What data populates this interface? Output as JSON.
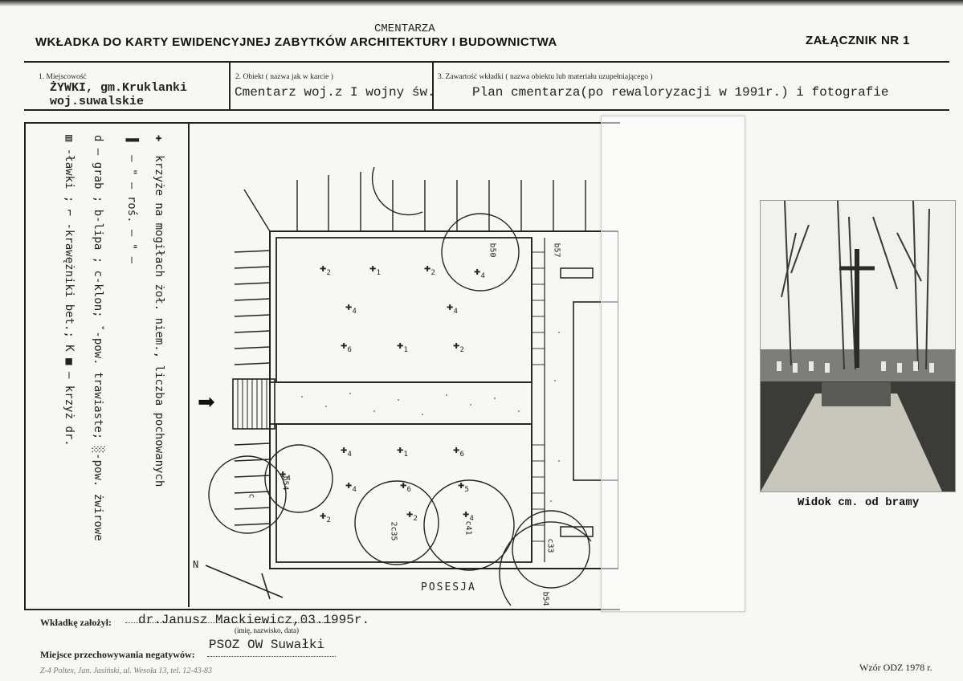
{
  "header": {
    "title": "WKŁADKA DO KARTY EWIDENCYJNEJ ZABYTKÓW ARCHITEKTURY I BUDOWNICTWA",
    "overtype": "CMENTARZA",
    "annex": "ZAŁĄCZNIK NR 1"
  },
  "fields": {
    "locality_label": "1. Miejscowość",
    "locality_line1": "ŻYWKI, gm.Kruklanki",
    "locality_line2": "woj.suwalskie",
    "object_label": "2. Obiekt ( nazwa jak w karcie )",
    "object_value": "Cmentarz woj.z I wojny św.",
    "content_label": "3. Zawartość wkładki ( nazwa obiektu lub materiału uzupełniającego )",
    "content_value": "Plan cmentarza(po rewaloryzacji w 1991r.) i fotografie"
  },
  "legend": {
    "line1": "krzyże na mogiłach żoł. niem., liczba pochowanych",
    "line2": "—  \"  —  roś. —  \"  —",
    "line3": "d – grab ; b-lipa ; c-klon; ˇ-pow. trawiaste; ░-pow. żwirowe",
    "line4": "-ławki ;  ⌐  -krawężniki bet.; K ■ – krzyż dr."
  },
  "plan": {
    "posesja": "POSESJA",
    "north": "N",
    "tree_labels": [
      "b50",
      "b57",
      "b54",
      "c",
      "2c35",
      "c41",
      "c33",
      "b54"
    ],
    "grave_numbers": [
      "2",
      "1",
      "2",
      "4",
      "4",
      "4",
      "6",
      "1",
      "2",
      "4",
      "1",
      "6",
      "4",
      "6",
      "5",
      "4",
      "2",
      "2",
      "4"
    ]
  },
  "photo": {
    "caption": "Widok cm. od bramy"
  },
  "footer": {
    "founder_label": "Wkładkę założył:",
    "founder_value": "dr.Janusz Mackiewicz,03.1995r.",
    "founder_hint": "(imię, nazwisko, data)",
    "storage_label": "Miejsce przechowywania negatywów:",
    "storage_value": "PSOZ OW Suwałki",
    "printer": "Z-4 Poltex, Jan. Jasiński, ul. Wesoła 13, tel. 12-43-83",
    "form": "Wzór ODZ 1978 r."
  }
}
